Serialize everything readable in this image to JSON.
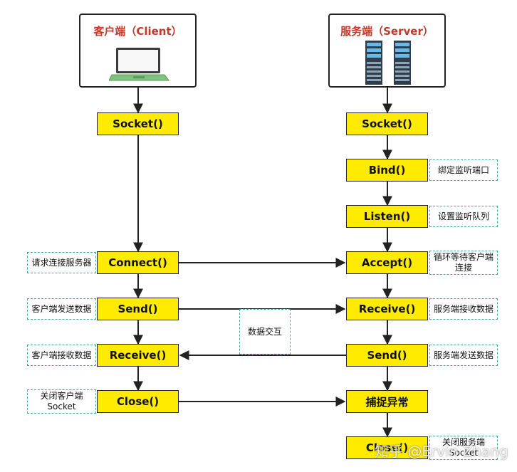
{
  "client": {
    "title": "客户端（Client）",
    "icon": "laptop-icon",
    "steps": [
      "Socket()",
      "Connect()",
      "Send()",
      "Receive()",
      "Close()"
    ],
    "notes": {
      "connect": "请求连接服务器",
      "send": "客户端发送数据",
      "receive": "客户端接收数据",
      "close_line1": "关闭客户端",
      "close_line2": "Socket"
    }
  },
  "server": {
    "title": "服务端（Server）",
    "icon": "server-rack-icon",
    "steps": [
      "Socket()",
      "Bind()",
      "Listen()",
      "Accept()",
      "Receive()",
      "Send()",
      "捕捉异常",
      "Close()"
    ],
    "notes": {
      "bind": "绑定监听端口",
      "listen": "设置监听队列",
      "accept_line1": "循环等待客户端",
      "accept_line2": "连接",
      "receive": "服务端接收数据",
      "send": "服务端发送数据",
      "close_line1": "关闭服务端",
      "close_line2": "Socket"
    }
  },
  "exchange_label": "数据交互",
  "watermark": "知乎 @Ervin Zhang",
  "colors": {
    "step_fill": "#ffeb00",
    "title_red": "#c0392b",
    "note_border": "#4aa3a3"
  }
}
